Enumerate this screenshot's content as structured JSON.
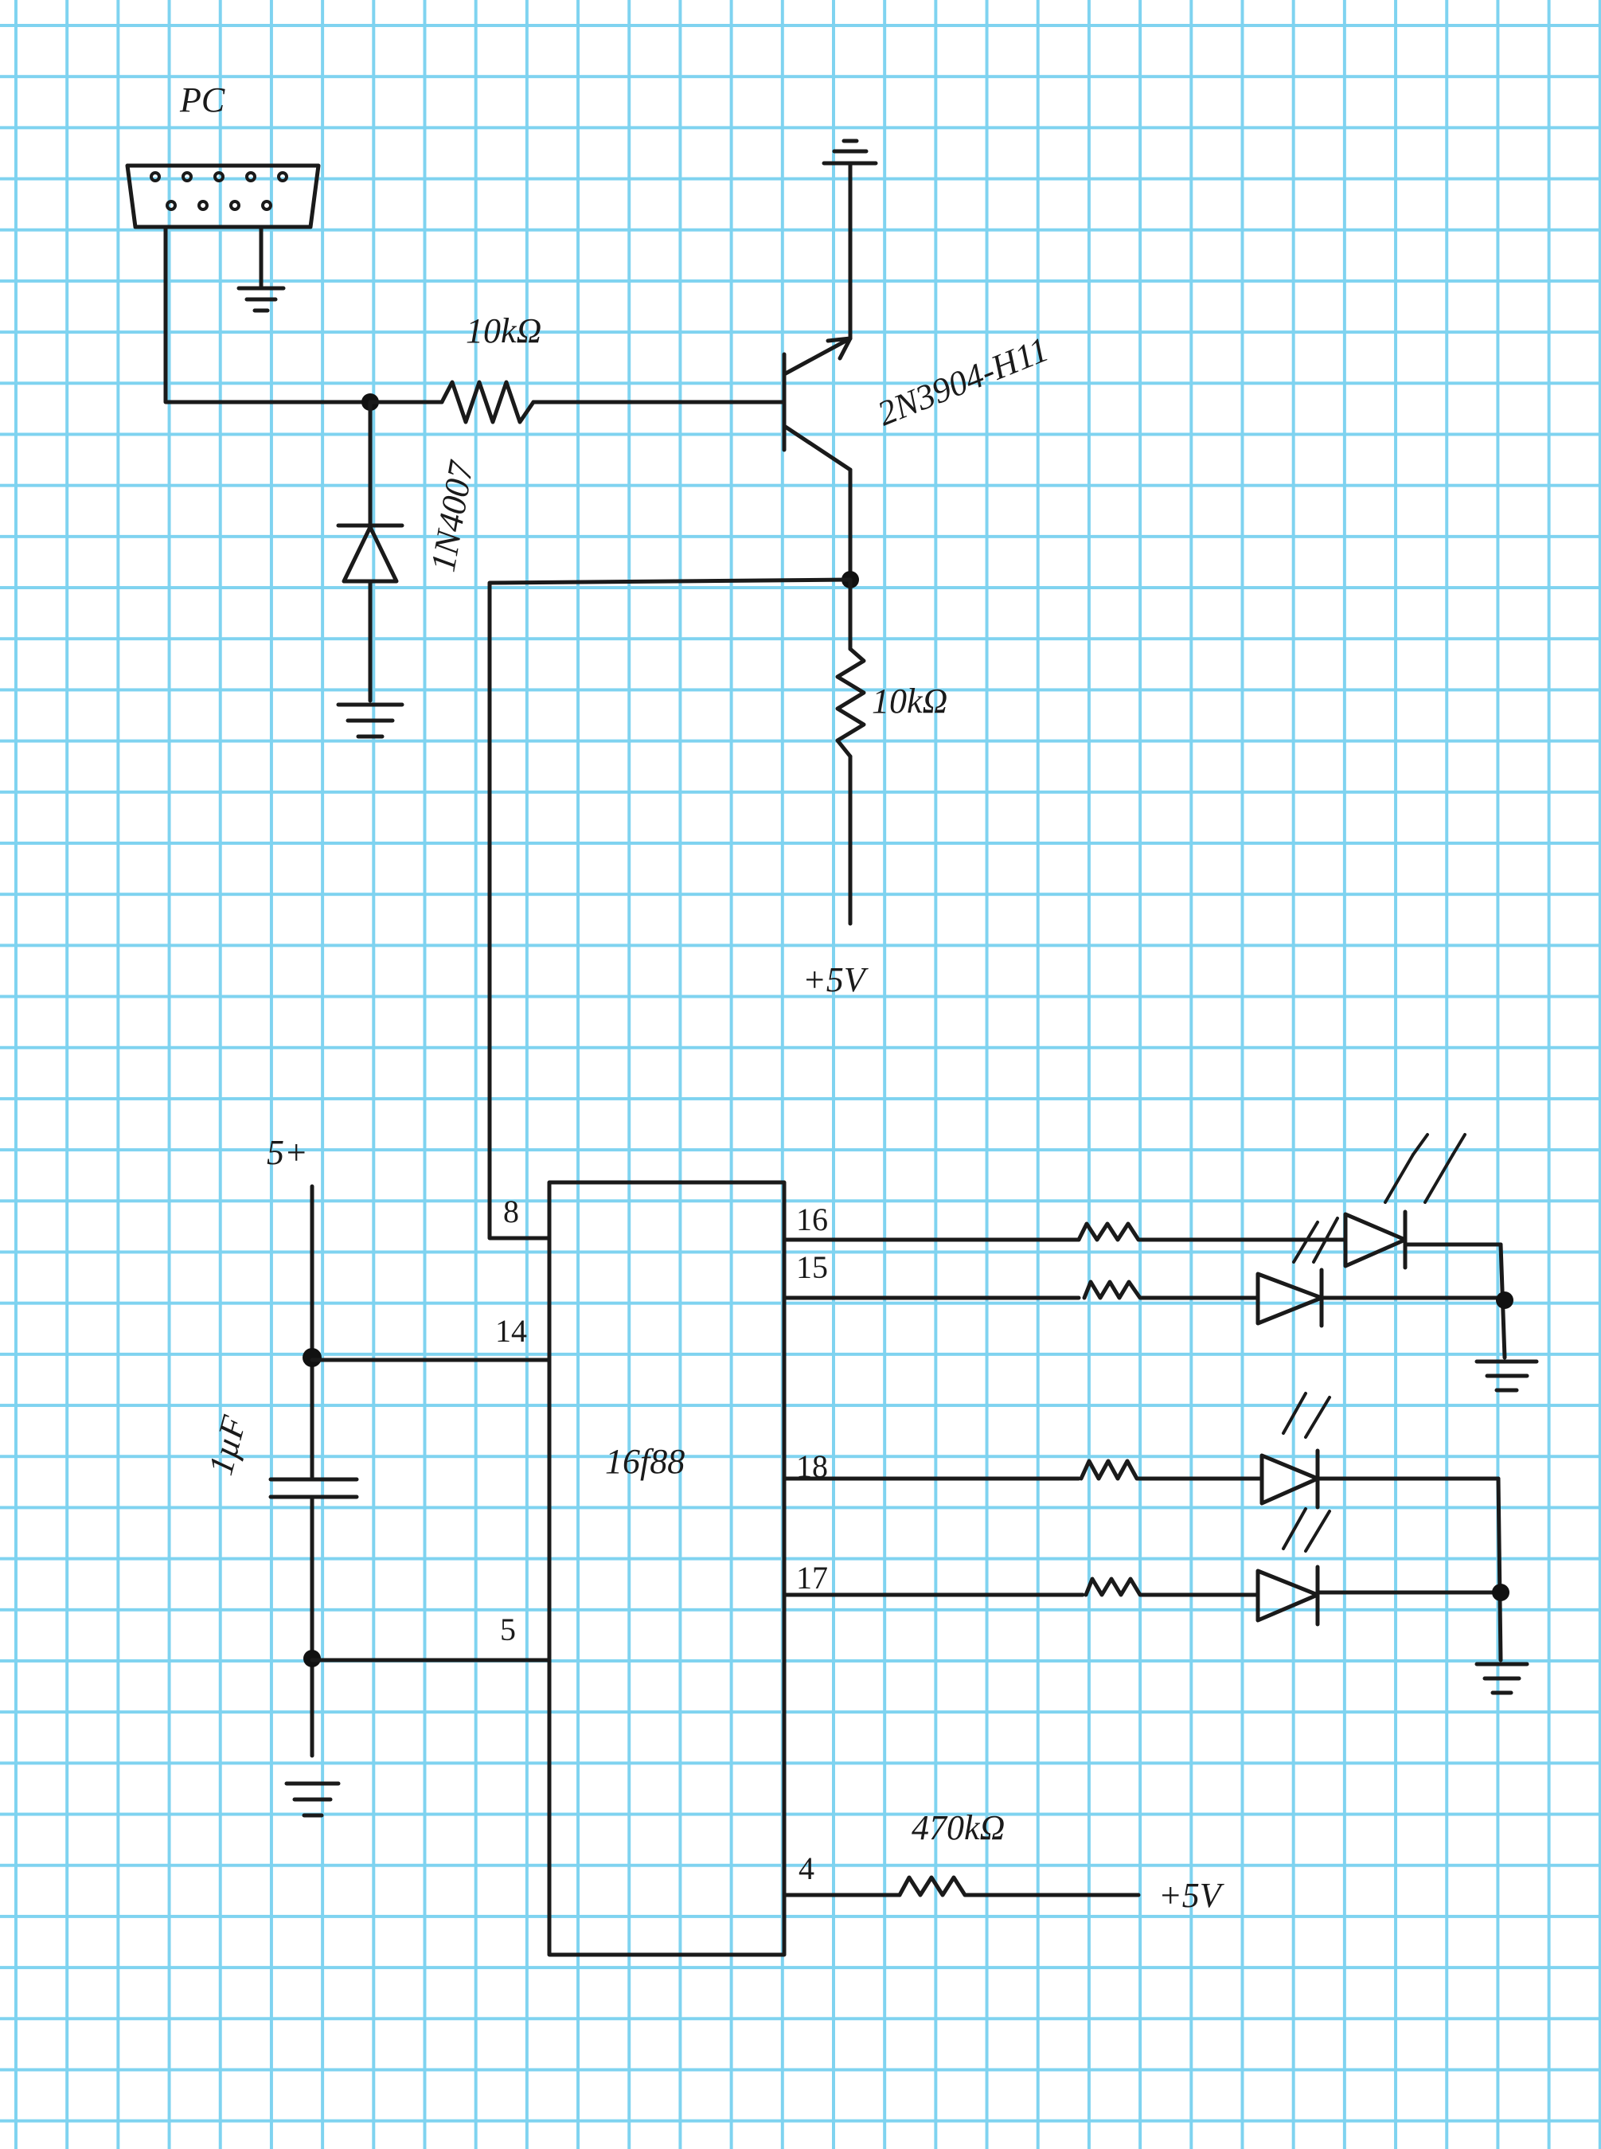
{
  "labels": {
    "pc": "PC",
    "r_base": "10kΩ",
    "transistor": "2N3904-H11",
    "diode": "1N4007",
    "r_pullup": "10kΩ",
    "vcc_top": "+5V",
    "supply_left": "5+",
    "cap": "1µF",
    "chip": "16f88",
    "r_mclr": "470kΩ",
    "vcc_bottom": "+5V"
  },
  "pins": {
    "p8": "8",
    "p14": "14",
    "p5": "5",
    "p16": "16",
    "p15": "15",
    "p18": "18",
    "p17": "17",
    "p4": "4"
  },
  "colors": {
    "grid": "#7fd3f0",
    "ink": "#1a1a1a",
    "paper": "#ffffff"
  }
}
